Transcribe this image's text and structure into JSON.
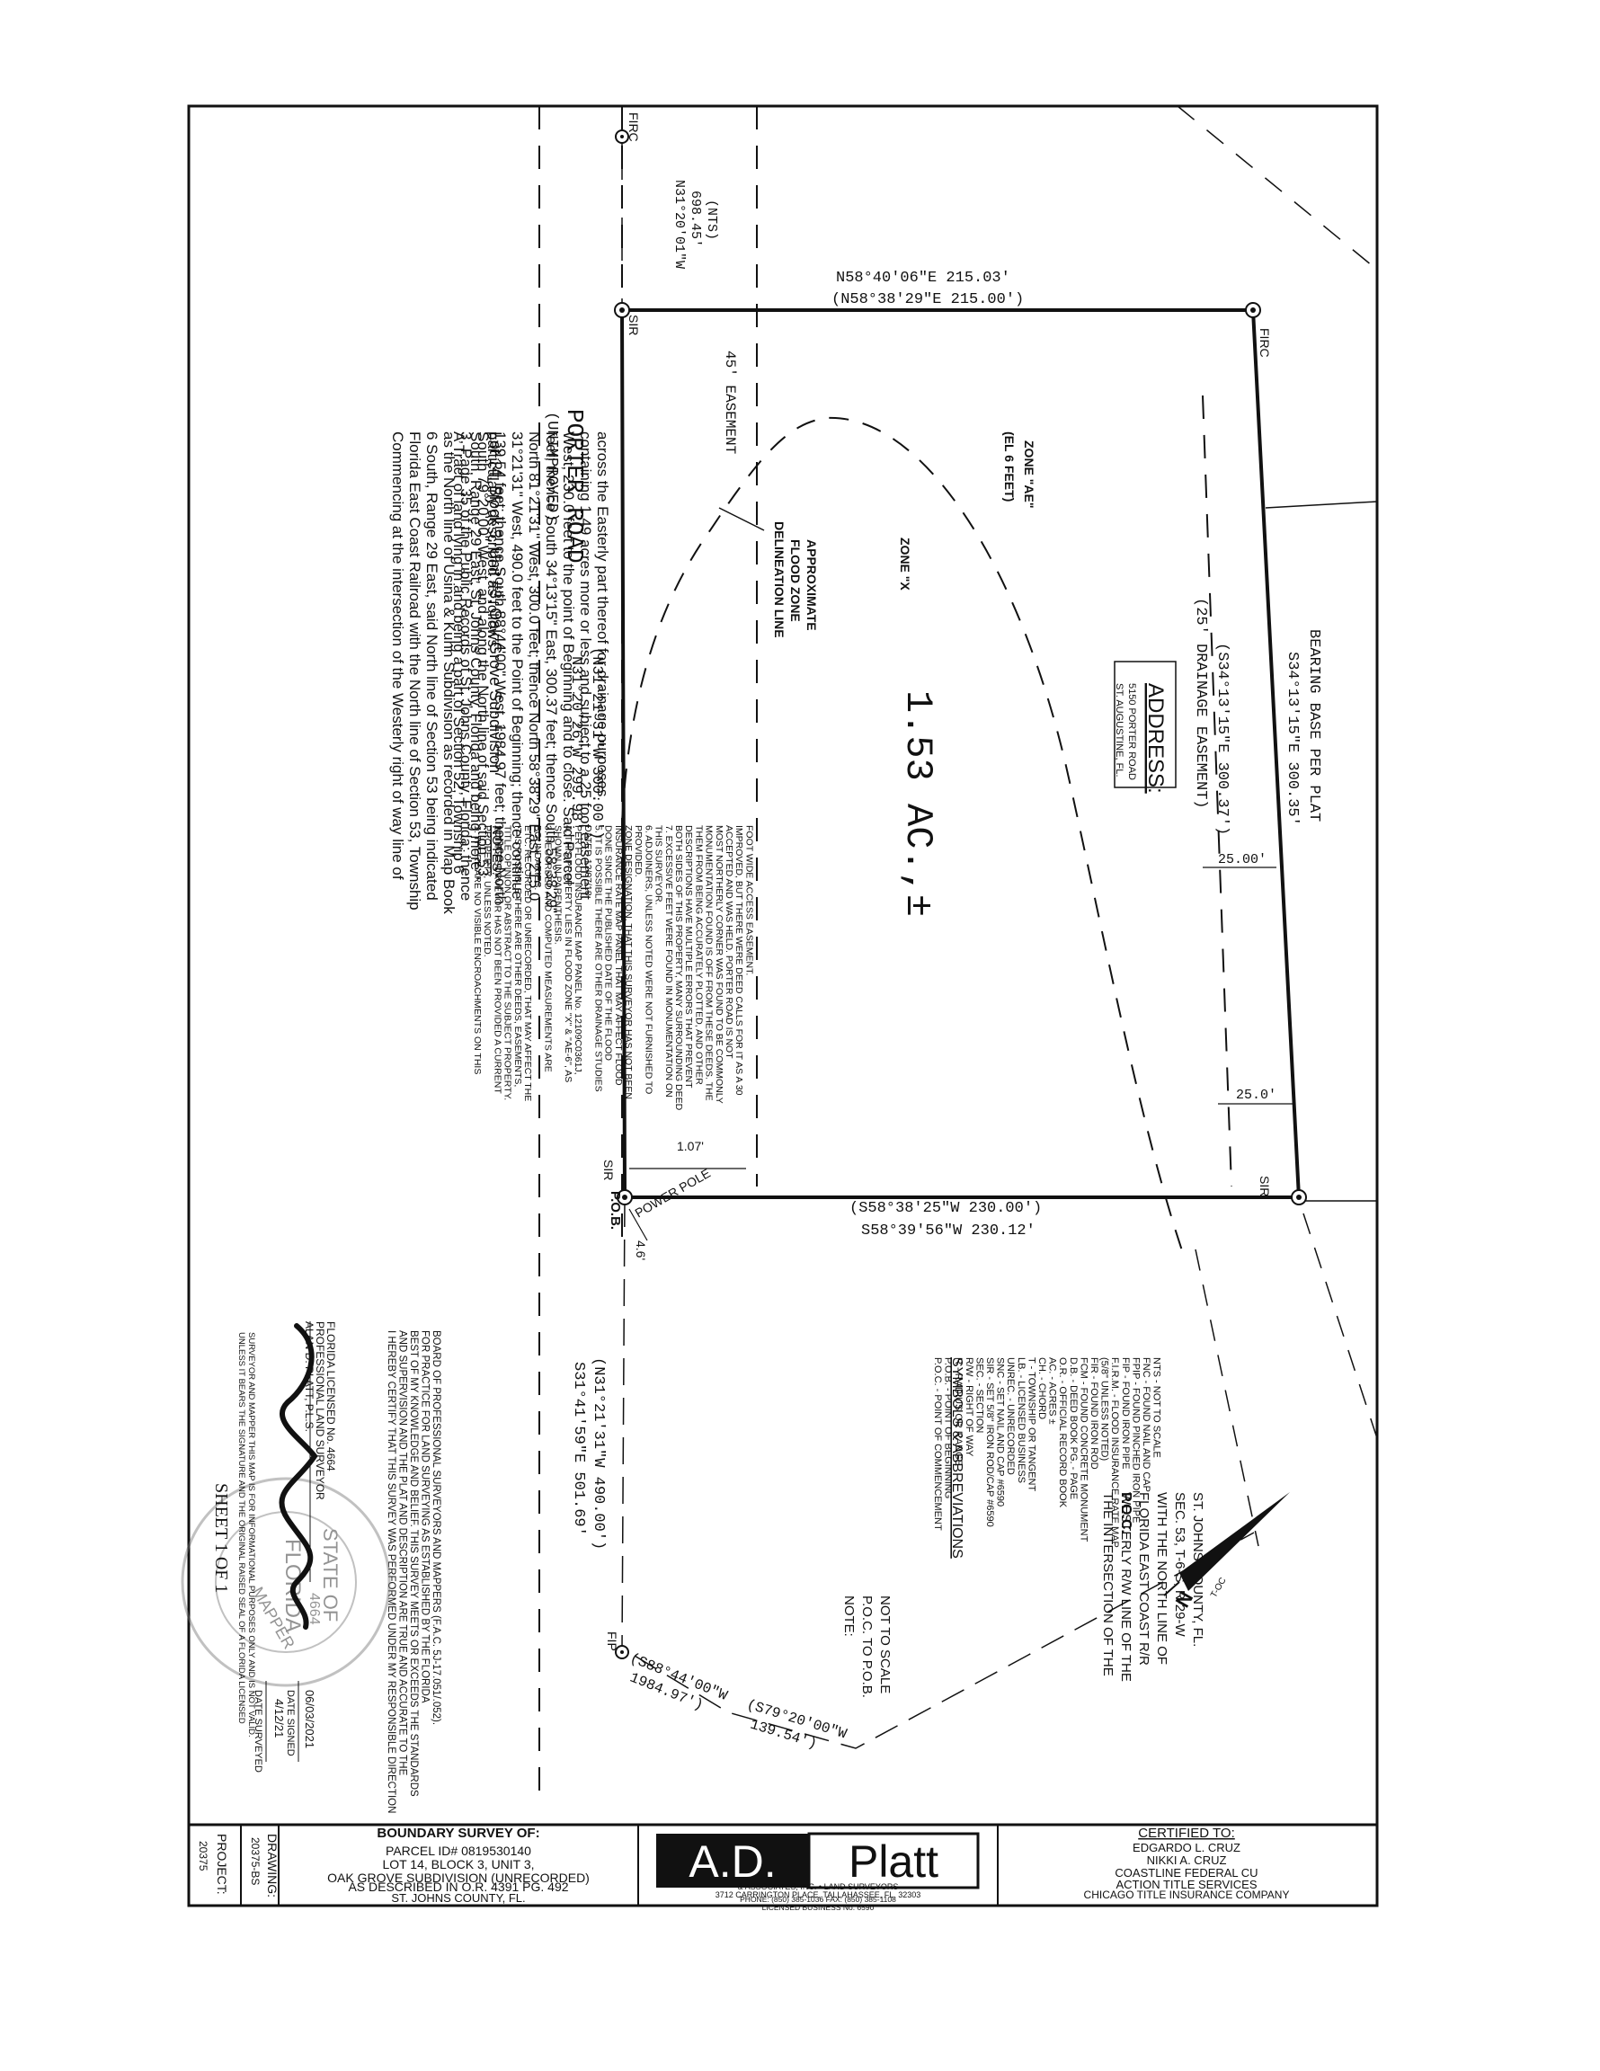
{
  "bearings": {
    "north_line_measured": "N58°40'06\"E   215.03'",
    "north_line_record": "(N58°38'29\"E   215.00')",
    "south_line_record": "(S58°38'25\"W   230.00')",
    "south_line_measured": "S58°39'56\"W   230.12'",
    "east_line_plat": "BEARING BASE PER PLAT",
    "east_line_measured": "S34°13'15\"E   300.35'",
    "east_line_record": "(S34°13'15\"E   300.37')",
    "west_line_record": "(N31°21'31\"W   300.00')",
    "west_line_measured": "N31°20'26\"W   299.98'",
    "tie_line_record": "(N31°21'31\"W   490.00')",
    "tie_line_measured": "S31°41'59\"E   501.69'",
    "nw_tie_bearing": "N31°20'01\"W",
    "nw_tie_distance": "698.45'",
    "nw_tie_note": "(NTS)",
    "poc_leg1_bearing": "(S88°44'00\"W",
    "poc_leg1_distance": "1984.97')",
    "poc_leg2_bearing": "(S79°20'00\"W",
    "poc_leg2_distance": "139.54')"
  },
  "monuments": {
    "firc": "FIRC",
    "sir": "SIR",
    "fip": "FIP",
    "pob": "P.O.B.",
    "power_pole": "POWER POLE",
    "offset_1": "1.07'",
    "offset_2": "4.6'"
  },
  "features": {
    "road_name": "PORTER ROAD",
    "road_note": "(UNIMPROVED)",
    "easement_45": "45' EASEMENT",
    "drainage_easement": "(25' DRAINAGE EASEMENT)",
    "dim_25_a": "25.00'",
    "dim_25_b": "25.0'",
    "zone_ae_1": "ZONE \"AE\"",
    "zone_ae_2": "(EL 6 FEET)",
    "zone_x": "ZONE \"X",
    "flood_line_1": "APPROXIMATE",
    "flood_line_2": "FLOOD ZONE",
    "flood_line_3": "DELINEATION LINE",
    "acreage": "1.53 AC.,±",
    "address_title": "ADDRESS:",
    "address_line1": "5150 PORTER ROAD",
    "address_line2": "ST. AUGUSTINE, FL."
  },
  "poc": {
    "title": "P.O.C.",
    "lines": [
      "THE INTERSECTION OF THE",
      "WESTERLY R/W LINE OF THE",
      "FLORIDA EAST COAST R/R",
      "WITH THE NORTH LINE OF",
      "SEC. 53, T-6-S, R-29-W",
      "ST. JOHNS COUNTY, FL."
    ],
    "note": [
      "NOTE:",
      "P.O.C. TO P.O.B.",
      "NOT TO SCALE"
    ]
  },
  "north_arrow": {
    "label": "N",
    "sub": "T-OC"
  },
  "legal": {
    "heading": "Lot 14, Block 3, Unit #3, Oak Grove Subdivision",
    "intro": [
      "A Tract of land lying in and being a part of Section 52, Township 6",
      "South, Range 29 East, St. Johns County, Florida and being more",
      "particularly described as follows:"
    ],
    "body": [
      "Commencing at the intersection of the Westerly right of way line of",
      "Florida East Coast Railroad with the North line of Section 53, Township",
      "6 South, Range 29 East, said North line of Section 53 being indicated",
      "as the North line of Usina & Kuhn Subdivision as recorded in Map Book",
      "3, Page 35 of the Public Records of St. Johns County, Florida; thence",
      "South 79°20'00\" West, and along the North line of said Section 53,",
      "139.54 feet; thence South 88°44'00\" West, 1984.97 feet; thence North",
      "31°21'31\" West, 490.0 feet to the Point of Beginning; thence continue",
      "North 81°21'31\" West, 300.0 feet; thence North 58°38'29\" East, 215.0",
      "feet; thence South 34°13'15\" East, 300.37 feet; thence South 58°38'29\"",
      "West, 230.0 feet to the point of Beginning and to close. Said Parcel",
      "containing 1.49 acres more or less and subject to a 25 foot easement",
      "across the Easterly part thereof for drainage purposes."
    ]
  },
  "notes": {
    "title": "NOTES:",
    "lines": [
      "1. THERE ARE NO VISIBLE ENCROACHMENTS ON THIS",
      "PROPERTY, UNLESS NOTED.",
      "2. THIS SURVEYOR HAS NOT BEEN PROVIDED A CURRENT",
      "TITLE OPINION OR ABSTRACT TO THE SUBJECT PROPERTY.",
      "IT IS POSSIBLE THERE ARE OTHER DEEDS, EASEMENTS,",
      "ETC. RECORDED OR UNRECORDED, THAT MAY AFFECT THE",
      "BOUNDARIES.",
      "3. RECORDED AND COMPUTED MEASUREMENTS ARE",
      "SHOWN IN PARENTHESIS.",
      "4. THIS PROPERTY LIES IN FLOOD ZONE \"X\" & \"AE-6\", AS",
      "PER FLOOD INSURANCE MAP PANEL No. 12109C0361J,",
      "DATED 12/07/18.",
      "5. IT IS POSSIBLE THERE ARE OTHER DRAINAGE STUDIES",
      "DONE SINCE THE PUBLISHED DATE OF THE FLOOD",
      "INSURANCE RATE MAP PANEL THAT MAY AFFECT FLOOD",
      "ZONE DESIGNATION, THAT THIS SURVEYOR HAS NOT BEEN",
      "PROVIDED.",
      "6. ADJOINERS, UNLESS NOTED WERE NOT FURNISHED TO",
      "THIS SURVEYOR.",
      "7. EXCESSIVE FEET WERE FOUND IN MONUMENTATION ON",
      "BOTH SIDES OF THIS PROPERTY, MANY SURROUNDING DEED",
      "DESCRIPTIONS HAVE MULTIPLE ERRORS THAT PREVENT",
      "THEM FROM BEING ACCURATELY PLOTTED, AND OTHER",
      "MONUMENTATION FOUND IS OFF FROM THESE DEEDS. THE",
      "MOST NORTHERLY CORNER WAS FOUND TO BE COMMONLY",
      "ACCEPTED AND WAS HELD. PORTER ROAD IS NOT",
      "IMPROVED, BUT THERE WERE DEED CALLS FOR IT AS A 30",
      "FOOT WIDE ACCESS EASEMENT."
    ]
  },
  "symbols": {
    "title": "SYMBOLS & ABBREVIATIONS",
    "lines": [
      "P.O.C. - POINT OF COMMENCEMENT",
      "P.O.B. - POINT OF BEGINNING",
      "R - RADIUS OR RANGE",
      "R/W - RIGHT OF WAY",
      "SEC. - SECTION",
      "SIR - SET 5/8\" IRON ROD/CAP #6590",
      "SNC - SET NAIL AND CAP #6590",
      "UNREC. - UNRECORDED",
      "LB. - LICENSED BUSINESS",
      "T - TOWNSHIP OR TANGENT",
      "CH. - CHORD",
      "AC. - ACRES ±",
      "O.R. - OFFICIAL RECORD BOOK",
      "D.B. - DEED BOOK   PG. - PAGE",
      "FCM - FOUND CONCRETE MONUMENT",
      "FIR - FOUND IRON ROD",
      "(5/8\" UNLESS NOTED)",
      "F.I.R.M. - FLOOD INSURANCE RATE MAP",
      "FIP - FOUND IRON PIPE",
      "FPIP - FOUND PINCHED IRON PIPE",
      "FNC - FOUND NAIL AND CAP",
      "NTS - NOT TO SCALE"
    ]
  },
  "certification": {
    "lines": [
      "I HEREBY CERTIFY THAT THIS SURVEY WAS PERFORMED UNDER MY RESPONSIBLE DIRECTION",
      "AND SUPERVISION AND THE PLAT AND DESCRIPTION ARE TRUE AND ACCURATE TO THE",
      "BEST OF MY KNOWLEDGE AND BELIEF. THIS SURVEY MEETS OR EXCEEDS THE STANDARDS",
      "FOR PRACTICE FOR LAND SURVEYING AS ESTABLISHED BY THE FLORIDA",
      "BOARD OF PROFESSIONAL SURVEYORS AND MAPPERS (F.A.C. 5J-17.051/.052)."
    ],
    "surveyor_name": "ALAN D. PLATT, P.L.S.",
    "surveyor_title": "PROFESSIONAL LAND SURVEYOR",
    "license": "FLORIDA LICENSED No. 4664",
    "date_signed": "06/03/2021",
    "date_signed_label": "DATE SIGNED",
    "date_surveyed": "4/12/21",
    "date_surveyed_label": "DATE SURVEYED",
    "disclaimer": [
      "UNLESS IT BEARS THE SIGNATURE AND THE ORIGINAL RAISED SEAL OF A FLORIDA LICENSED",
      "SURVEYOR AND MAPPER THIS MAP IS FOR INFORMATIONAL PURPOSES ONLY AND IS NOT VALID."
    ],
    "sheet": "SHEET 1 OF 1",
    "seal_words": [
      "STATE OF",
      "FLORIDA",
      "4664",
      "MAPPER"
    ]
  },
  "title_block": {
    "drawing_label": "DRAWING:",
    "drawing_value": "20375-BS",
    "project_label": "PROJECT:",
    "project_value": "20375",
    "survey_title": "BOUNDARY SURVEY OF:",
    "survey_lines": [
      "PARCEL ID# 0819530140",
      "LOT 14, BLOCK 3, UNIT 3,",
      "OAK GROVE SUBDIVISION (UNRECORDED)",
      "AS DESCRIBED IN O.R. 4391 PG. 492",
      "ST. JOHNS COUNTY, FL."
    ],
    "logo_left": "A.D.",
    "logo_right": "Platt",
    "firm_lines": [
      "& ASSOCIATES, INC.  •  LAND SURVEYORS",
      "3712 CARRINGTON PLACE, TALLAHASSEE, FL. 32303",
      "PHONE: (850) 385-1036    FAX: (850) 385-1108",
      "LICENSED BUSINESS No. 6590"
    ],
    "certified_title": "CERTIFIED TO:",
    "certified_lines": [
      "EDGARDO L. CRUZ",
      "NIKKI A. CRUZ",
      "COASTLINE FEDERAL CU",
      "ACTION TITLE SERVICES",
      "CHICAGO TITLE INSURANCE COMPANY"
    ]
  }
}
